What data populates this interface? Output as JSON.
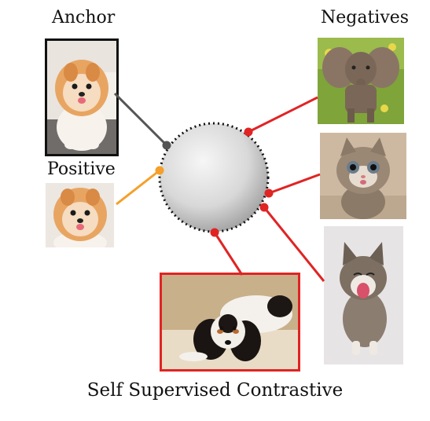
{
  "labels": {
    "anchor": "Anchor",
    "negatives": "Negatives",
    "positive": "Positive",
    "caption": "Self Supervised Contrastive"
  },
  "colors": {
    "anchor_link": "#555555",
    "positive_link": "#f5a02a",
    "negative_link": "#e02424",
    "highlight_border": "#e02424"
  },
  "images": {
    "anchor": "pomeranian-puppy",
    "positive": "pomeranian-puppy",
    "negatives": [
      "elephant-calf",
      "tabby-kitten",
      "yawning-kitten",
      "spaniel-puppy"
    ]
  }
}
